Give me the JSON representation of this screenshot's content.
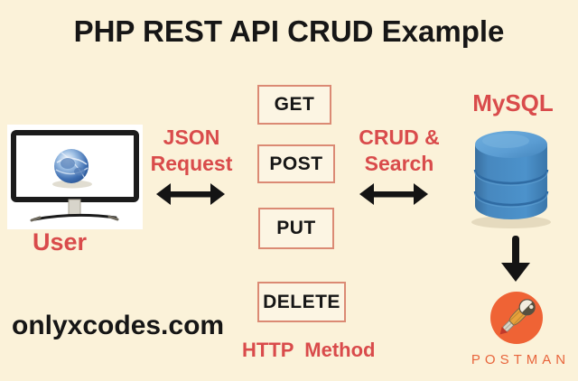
{
  "title": "PHP REST API CRUD Example",
  "colors": {
    "background": "#FBF2D9",
    "accent_red": "#D94B4B",
    "box_border": "#DB8A74",
    "box_fill": "#FCF5E3",
    "ink_black": "#161616",
    "db_blue": "#4187C0",
    "db_blue_light": "#5B9DD3",
    "db_blue_dark": "#2F6BA3",
    "postman_orange": "#EF6335",
    "postman_text": "#E8653C"
  },
  "client": {
    "label": "User",
    "icon": "monitor-globe-icon"
  },
  "json_request": {
    "line1": "JSON",
    "line2": "Request",
    "icon": "double-arrow-icon"
  },
  "crud_search": {
    "line1": "CRUD &",
    "line2": "Search",
    "icon": "double-arrow-icon"
  },
  "http_methods": {
    "items": [
      "GET",
      "POST",
      "PUT",
      "DELETE"
    ],
    "caption": "HTTP  Method"
  },
  "database": {
    "label": "MySQL",
    "icon": "database-cylinder-icon",
    "transfer_icon": "down-arrow-icon"
  },
  "postman": {
    "label": "POSTMAN",
    "icon": "postman-astronaut-icon"
  },
  "watermark": "onlyxcodes.com"
}
